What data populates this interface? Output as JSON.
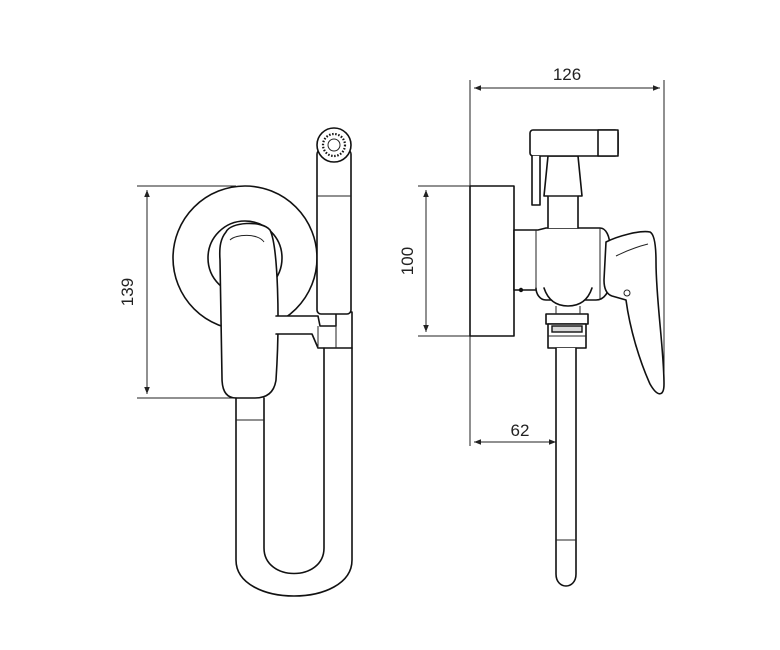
{
  "dimensions": {
    "front_height": "139",
    "side_width": "126",
    "side_height": "100",
    "side_depth": "62"
  },
  "colors": {
    "line": "#111111",
    "background": "#ffffff"
  }
}
